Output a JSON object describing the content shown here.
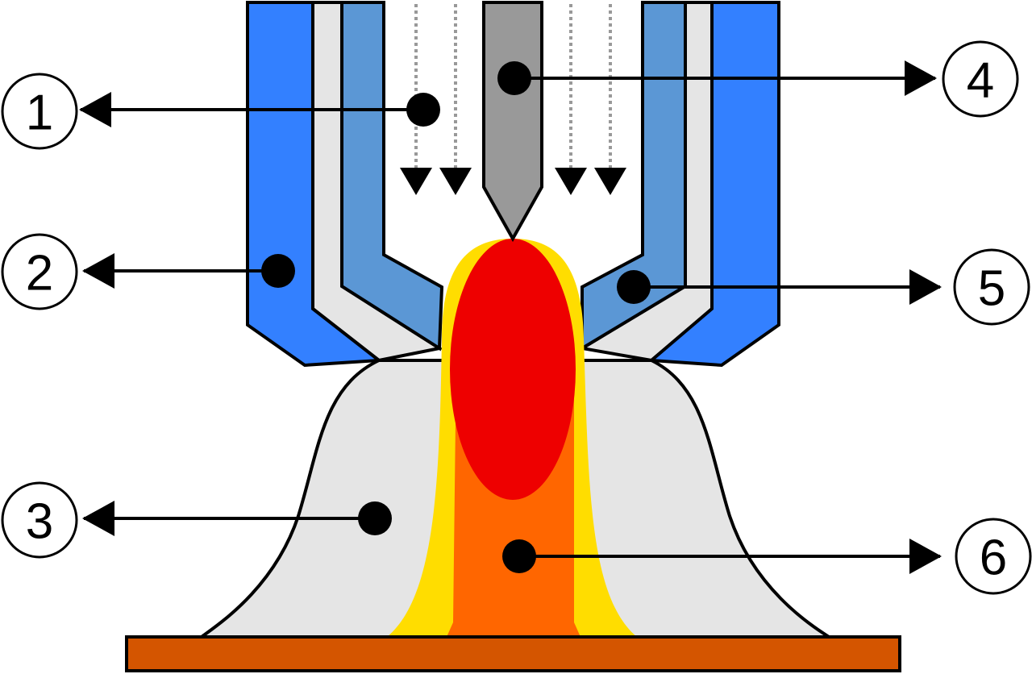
{
  "diagram": {
    "colors": {
      "outer_nozzle": "#3380ff",
      "inner_nozzle": "#5b97d5",
      "gas": "#e5e5e5",
      "electrode": "#999999",
      "plasma_outer": "#ffdd00",
      "plasma_core": "#ee0000",
      "plasma_column": "#ff6600",
      "workpiece": "#d45500"
    },
    "callouts": [
      {
        "label": "1"
      },
      {
        "label": "2"
      },
      {
        "label": "3"
      },
      {
        "label": "4"
      },
      {
        "label": "5"
      },
      {
        "label": "6"
      }
    ]
  }
}
